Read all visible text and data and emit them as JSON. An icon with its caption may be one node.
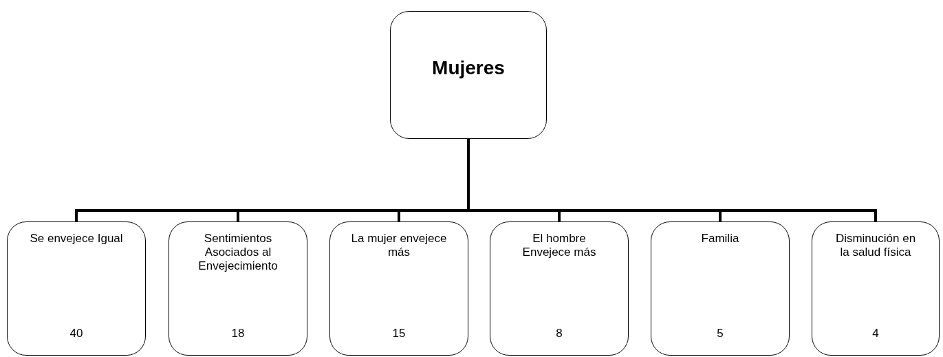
{
  "diagram": {
    "nodes": [
      {
        "text": [
          "Mujeres"
        ]
      },
      {
        "text": [
          "Se envejece Igual",
          "40"
        ]
      },
      {
        "text": [
          "Sentimientos Asociados al Envejecimiento",
          "18"
        ]
      },
      {
        "text": [
          "La mujer envejece más",
          "15"
        ]
      },
      {
        "text": [
          "El hombre Envejece más",
          "8"
        ]
      },
      {
        "text": [
          "Familia",
          "5"
        ]
      },
      {
        "text": [
          "Disminución en la salud física",
          "4"
        ]
      }
    ],
    "edges": [
      {
        "from": 0,
        "to": 1,
        "arrow": "none"
      },
      {
        "from": 0,
        "to": 2,
        "arrow": "none"
      },
      {
        "from": 0,
        "to": 3,
        "arrow": "none"
      },
      {
        "from": 0,
        "to": 4,
        "arrow": "none"
      },
      {
        "from": 0,
        "to": 5,
        "arrow": "none"
      },
      {
        "from": 0,
        "to": 6,
        "arrow": "none"
      }
    ]
  }
}
